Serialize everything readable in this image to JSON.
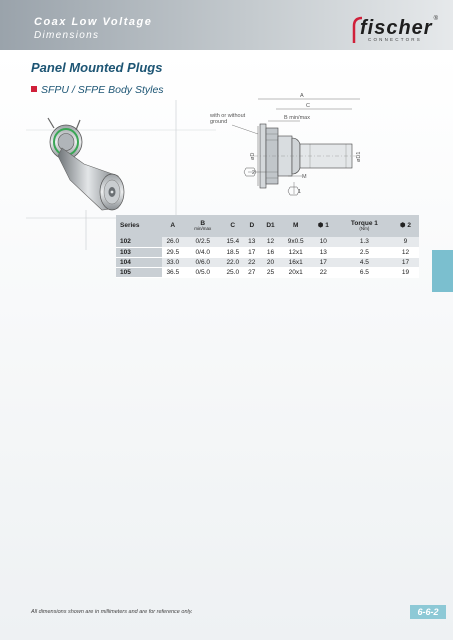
{
  "header": {
    "section_line1": "Coax Low Voltage",
    "section_line2": "Dimensions",
    "logo_text": "fischer",
    "logo_sub": "CONNECTORS",
    "logo_reg": "®"
  },
  "page": {
    "title": "Panel Mounted Plugs",
    "subtitle": "SFPU / SFPE Body Styles"
  },
  "drawing": {
    "label_with_or_without": "with or without",
    "label_ground": "ground",
    "label_A": "A",
    "label_C": "C",
    "label_B": "B min/max",
    "label_M": "M",
    "label_D": "øD",
    "label_D1": "øD1",
    "label_1": "1",
    "label_2": "2"
  },
  "table": {
    "headers": {
      "series": "Series",
      "a": "A",
      "b": "B",
      "b_sub": "min/max",
      "c": "C",
      "d": "D",
      "d1": "D1",
      "m": "M",
      "wrench1": "1",
      "torque": "Torque 1",
      "torque_sub": "(Nm)",
      "wrench2": "2"
    },
    "rows": [
      {
        "series": "102",
        "a": "26.0",
        "b": "0/2.5",
        "c": "15.4",
        "d": "13",
        "d1": "12",
        "m": "9x0.5",
        "w1": "10",
        "torque": "1.3",
        "w2": "9"
      },
      {
        "series": "103",
        "a": "29.5",
        "b": "0/4.0",
        "c": "18.5",
        "d": "17",
        "d1": "16",
        "m": "12x1",
        "w1": "13",
        "torque": "2.5",
        "w2": "12"
      },
      {
        "series": "104",
        "a": "33.0",
        "b": "0/6.0",
        "c": "22.0",
        "d": "22",
        "d1": "20",
        "m": "16x1",
        "w1": "17",
        "torque": "4.5",
        "w2": "17"
      },
      {
        "series": "105",
        "a": "36.5",
        "b": "0/5.0",
        "c": "25.0",
        "d": "27",
        "d1": "25",
        "m": "20x1",
        "w1": "22",
        "torque": "6.5",
        "w2": "19"
      }
    ]
  },
  "footer": {
    "note": "All dimensions shown are in millimeters and are for reference only.",
    "page_number": "6-6-2"
  },
  "colors": {
    "title_blue": "#1d5574",
    "bullet_red": "#d0203a",
    "tab_teal": "#7bbfcf"
  }
}
